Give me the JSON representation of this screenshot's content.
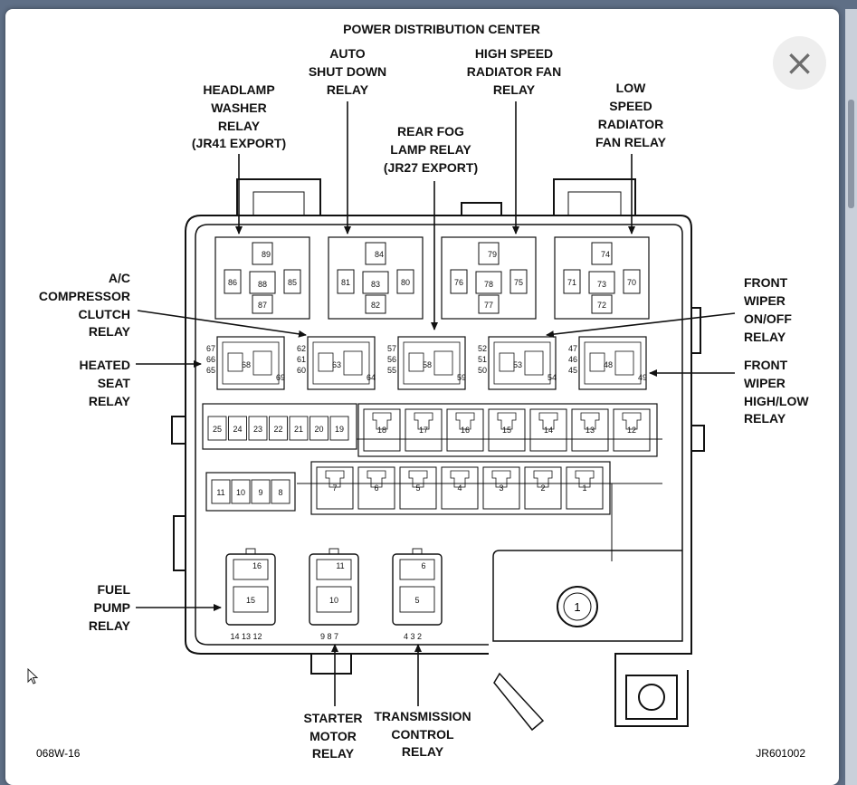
{
  "window": {
    "close_icon": "×"
  },
  "diagram": {
    "title": "POWER DISTRIBUTION CENTER",
    "labels": {
      "headlamp_washer": [
        "HEADLAMP",
        "WASHER",
        "RELAY",
        "(JR41 EXPORT)"
      ],
      "auto_shut_down": [
        "AUTO",
        "SHUT DOWN",
        "RELAY"
      ],
      "high_speed_fan": [
        "HIGH SPEED",
        "RADIATOR FAN",
        "RELAY"
      ],
      "low_speed_fan": [
        "LOW",
        "SPEED",
        "RADIATOR",
        "FAN RELAY"
      ],
      "rear_fog": [
        "REAR FOG",
        "LAMP RELAY",
        "(JR27 EXPORT)"
      ],
      "ac_compressor": [
        "A/C",
        "COMPRESSOR",
        "CLUTCH",
        "RELAY"
      ],
      "heated_seat": [
        "HEATED",
        "SEAT",
        "RELAY"
      ],
      "front_wiper_onoff": [
        "FRONT",
        "WIPER",
        "ON/OFF",
        "RELAY"
      ],
      "front_wiper_highlow": [
        "FRONT",
        "WIPER",
        "HIGH/LOW",
        "RELAY"
      ],
      "fuel_pump": [
        "FUEL",
        "PUMP",
        "RELAY"
      ],
      "starter_motor": [
        "STARTER",
        "MOTOR",
        "RELAY"
      ],
      "transmission_control": [
        "TRANSMISSION",
        "CONTROL",
        "RELAY"
      ]
    },
    "top_relays": [
      {
        "pins": [
          "89",
          "86",
          "88",
          "85",
          "87"
        ]
      },
      {
        "pins": [
          "84",
          "81",
          "83",
          "80",
          "82"
        ]
      },
      {
        "pins": [
          "79",
          "76",
          "78",
          "75",
          "77"
        ]
      },
      {
        "pins": [
          "74",
          "71",
          "73",
          "70",
          "72"
        ]
      }
    ],
    "mid_relays": [
      {
        "left": [
          "67",
          "66",
          "65"
        ],
        "center": "68",
        "right": "69"
      },
      {
        "left": [
          "62",
          "61",
          "60"
        ],
        "center": "63",
        "right": "64"
      },
      {
        "left": [
          "57",
          "56",
          "55"
        ],
        "center": "58",
        "right": "59"
      },
      {
        "left": [
          "52",
          "51",
          "50"
        ],
        "center": "53",
        "right": "54"
      },
      {
        "left": [
          "47",
          "46",
          "45"
        ],
        "center": "48",
        "right": "49"
      }
    ],
    "mini_fuses_top": [
      "25",
      "24",
      "23",
      "22",
      "21",
      "20",
      "19"
    ],
    "mini_fuses_bottom": [
      "11",
      "10",
      "9",
      "8"
    ],
    "cartridge_fuses_top": [
      "18",
      "17",
      "16",
      "15",
      "14",
      "13",
      "12"
    ],
    "cartridge_fuses_bottom": [
      "7",
      "6",
      "5",
      "4",
      "3",
      "2",
      "1"
    ],
    "bottom_relays": [
      {
        "top": "16",
        "center": "15",
        "pins": "14 13 12"
      },
      {
        "top": "11",
        "center": "10",
        "pins": "9  8  7"
      },
      {
        "top": "6",
        "center": "5",
        "pins": "4  3  2"
      }
    ],
    "main_fuse": "1",
    "code_left": "068W-16",
    "code_right": "JR601002"
  }
}
